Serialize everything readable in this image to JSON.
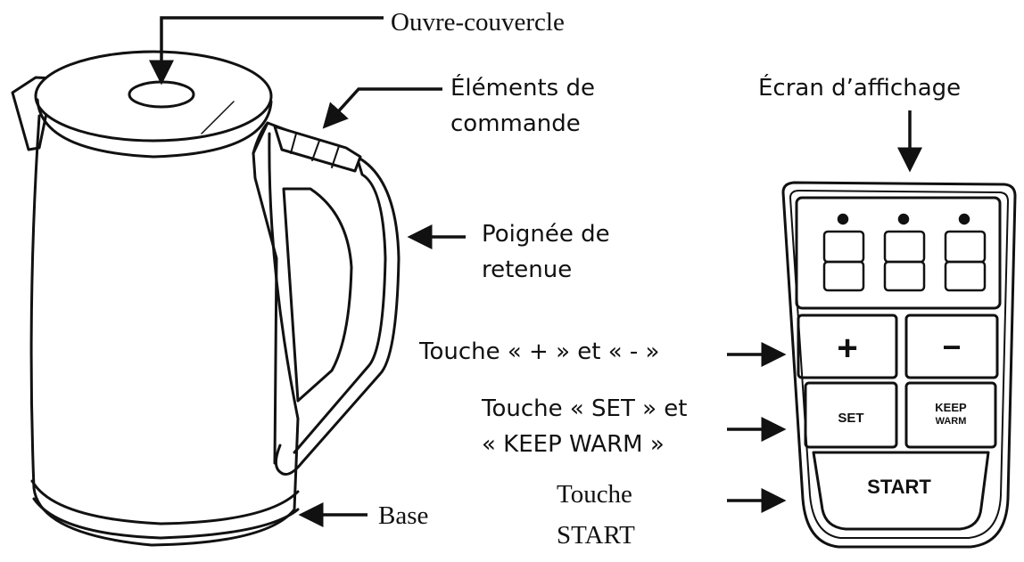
{
  "labels": {
    "lid_opener": "Ouvre-couvercle",
    "controls_line1": "Éléments de",
    "controls_line2": "commande",
    "display_screen": "Écran d’affichage",
    "handle_line1": "Poignée de",
    "handle_line2": "retenue",
    "plus_minus_keys": "Touche « + » et « - »",
    "set_keep_line1": "Touche « SET » et",
    "set_keep_line2": "« KEEP WARM »",
    "base": "Base",
    "start_line1": "Touche",
    "start_line2": "START"
  },
  "panel": {
    "display_digits": "888",
    "plus_key": "+",
    "minus_key": "−",
    "set_key": "SET",
    "keep_warm_line1": "KEEP",
    "keep_warm_line2": "WARM",
    "start_key": "START"
  },
  "colors": {
    "ink": "#111111",
    "background": "#ffffff"
  }
}
